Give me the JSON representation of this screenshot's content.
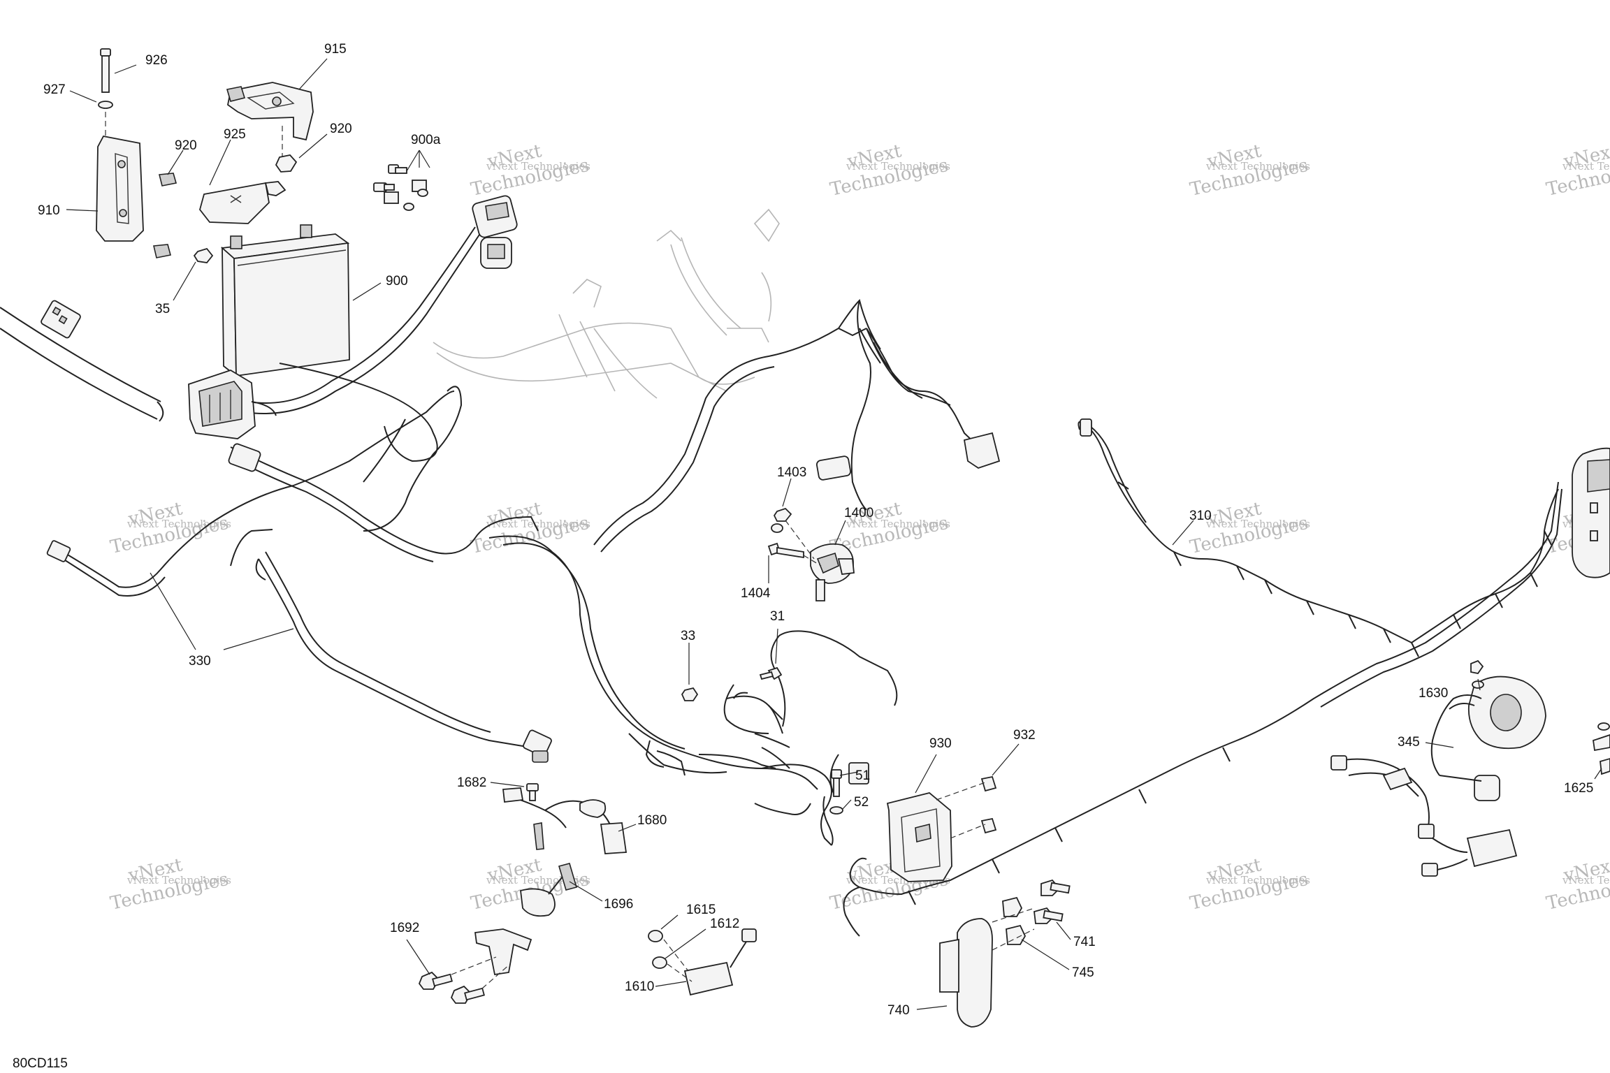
{
  "diagram_ref": "80CD115",
  "watermark": {
    "line1": "vNext Technologies",
    "line2": "Technologies",
    "line3": "vNext"
  },
  "callouts": {
    "c926": "926",
    "c927": "927",
    "c915": "915",
    "c920a": "920",
    "c920b": "920",
    "c925": "925",
    "c910": "910",
    "c900a": "900a",
    "c900": "900",
    "c35": "35",
    "c1403": "1403",
    "c1400": "1400",
    "c1404": "1404",
    "c310": "310",
    "c330": "330",
    "c33": "33",
    "c31": "31",
    "c930": "930",
    "c932": "932",
    "c51": "51",
    "c52": "52",
    "c1682": "1682",
    "c1680": "1680",
    "c1696": "1696",
    "c1692": "1692",
    "c1615": "1615",
    "c1612": "1612",
    "c1610": "1610",
    "c741": "741",
    "c745": "745",
    "c740": "740",
    "c1630": "1630",
    "c345": "345",
    "c1625": "1625"
  }
}
